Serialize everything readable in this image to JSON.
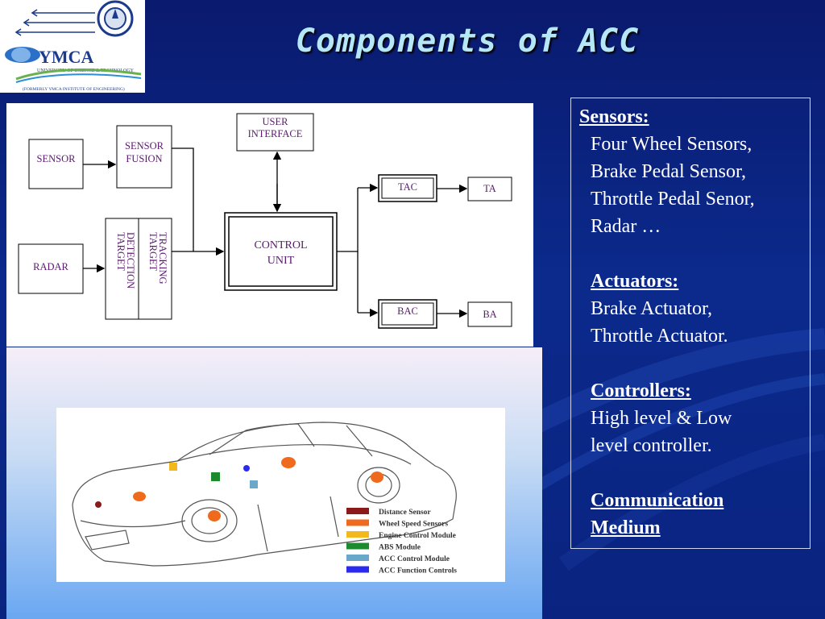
{
  "slide": {
    "title": "Components of ACC"
  },
  "logo": {
    "name": "YMCA",
    "tagline": "UNIVERSITY OF SCIENCE & TECHNOLOGY",
    "former": "(FORMERLY YMCA INSTITUTE OF ENGINEERING)"
  },
  "diagram": {
    "sensor": "SENSOR",
    "sensor_fusion": [
      "SENSOR",
      "FUSION"
    ],
    "radar": "RADAR",
    "target_detection": [
      "TARGET",
      "DETECTION"
    ],
    "target_tracking": [
      "TARGET",
      "TRACKING"
    ],
    "user_interface": [
      "USER",
      "INTERFACE"
    ],
    "control_unit": [
      "CONTROL",
      "UNIT"
    ],
    "tac": "TAC",
    "ta": "TA",
    "bac": "BAC",
    "ba": "BA"
  },
  "car_legend": [
    {
      "label": "Distance Sensor",
      "color": "#8b1a1a"
    },
    {
      "label": "Wheel Speed Sensors",
      "color": "#f06a1e"
    },
    {
      "label": "Engine Control Module",
      "color": "#f2b91e"
    },
    {
      "label": "ABS Module",
      "color": "#1e8a2e"
    },
    {
      "label": "ACC Control Module",
      "color": "#6aa7c8"
    },
    {
      "label": "ACC Function Controls",
      "color": "#2a2af0"
    }
  ],
  "components": {
    "sensors": {
      "heading": "Sensors:",
      "lines": [
        "Four Wheel Sensors,",
        "Brake Pedal Sensor,",
        "Throttle Pedal Senor,",
        "Radar …"
      ]
    },
    "actuators": {
      "heading": "Actuators:",
      "lines": [
        "Brake Actuator,",
        "Throttle Actuator."
      ]
    },
    "controllers": {
      "heading": "Controllers:",
      "lines": [
        "High level & Low",
        "level controller."
      ]
    },
    "communication": {
      "heading_lines": [
        "Communication",
        "Medium"
      ]
    }
  },
  "colors": {
    "background": "#0b2a8c",
    "title": "#b6e7f7",
    "diagram_text": "#5a1a6e"
  }
}
